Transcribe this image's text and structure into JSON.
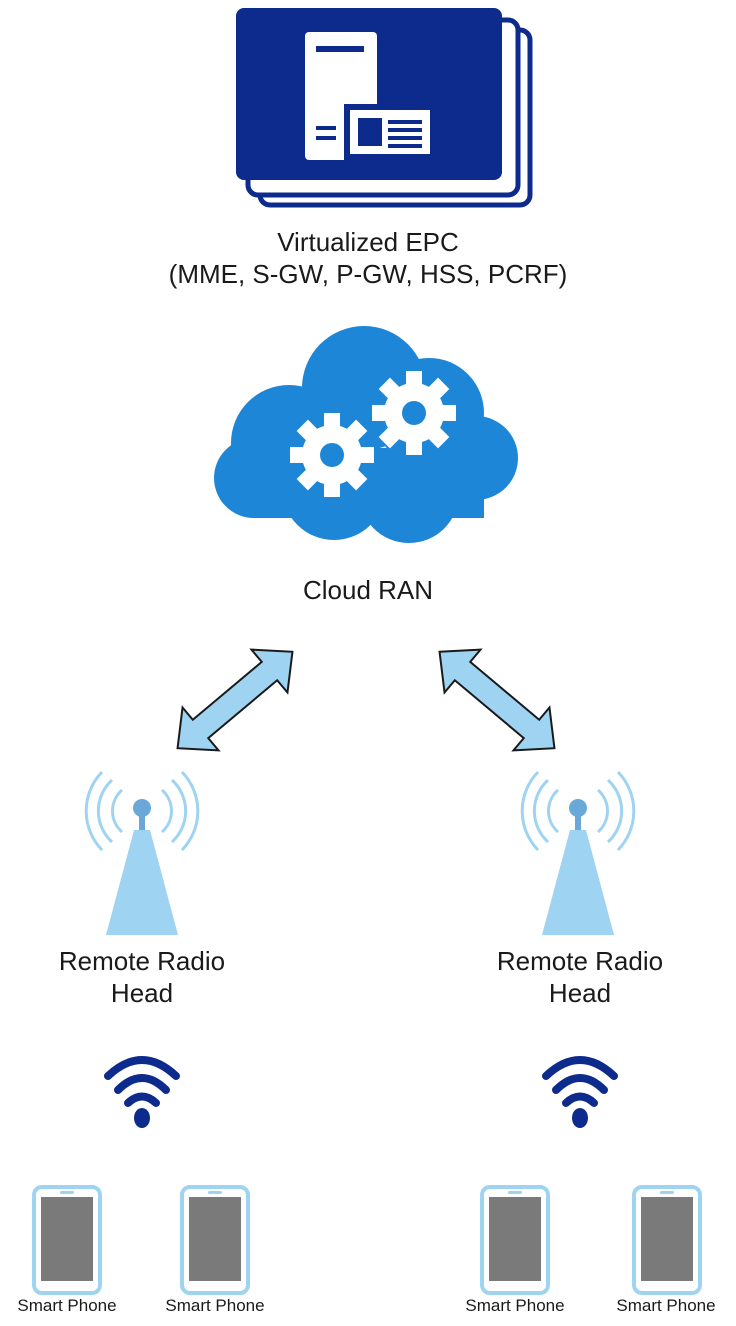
{
  "epc": {
    "line1": "Virtualized EPC",
    "line2": "(MME, S-GW, P-GW, HSS, PCRF)",
    "icon": "server-stack-icon"
  },
  "cloud": {
    "label": "Cloud RAN",
    "icon": "cloud-gears-icon"
  },
  "rrh_left": {
    "line1": "Remote Radio",
    "line2": "Head"
  },
  "rrh_right": {
    "line1": "Remote Radio",
    "line2": "Head"
  },
  "phones": [
    {
      "label": "Smart Phone"
    },
    {
      "label": "Smart Phone"
    },
    {
      "label": "Smart Phone"
    },
    {
      "label": "Smart Phone"
    }
  ],
  "colors": {
    "navy": "#0d2b8c",
    "cloud_blue": "#1e86d6",
    "light_blue": "#9ed3f2",
    "antenna_blue": "#6aa8d8",
    "phone_screen": "#7a7a7a"
  }
}
